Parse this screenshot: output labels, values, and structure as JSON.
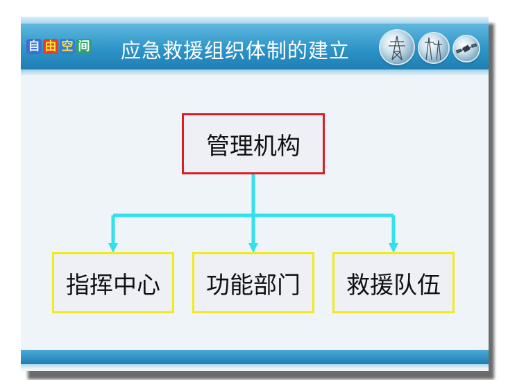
{
  "header": {
    "logo_chars": [
      "自",
      "由",
      "空",
      "间"
    ],
    "title": "应急救援组织体制的建立"
  },
  "diagram": {
    "root": {
      "label": "管理机构"
    },
    "children": [
      {
        "label": "指挥中心"
      },
      {
        "label": "功能部门"
      },
      {
        "label": "救援队伍"
      }
    ]
  },
  "colors": {
    "header_blue": "#2e94c8",
    "root_border": "#d81f26",
    "child_border": "#f2ea1c",
    "connector": "#33e0ee",
    "box_fill": "#eef0f6"
  },
  "icons": [
    "power-tower-icon",
    "power-lines-icon",
    "satellite-icon"
  ]
}
